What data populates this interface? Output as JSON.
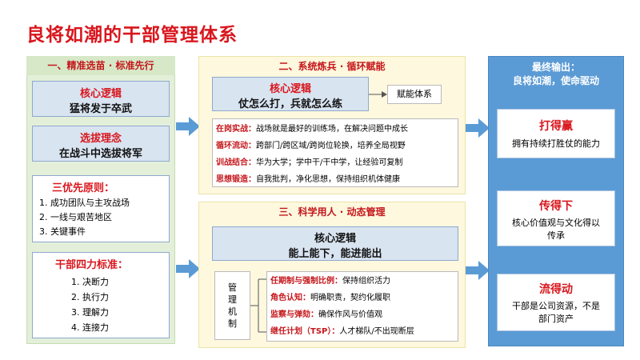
{
  "title": "良将如潮的干部管理体系",
  "section1": {
    "header": "一、精准选苗 · 标准先行",
    "core_logic_title": "核心逻辑",
    "core_logic_text": "猛将发于卒武",
    "selection_title": "选拔理念",
    "selection_text": "在战斗中选拔将军",
    "priority_title": "三优先原则：",
    "priority_items": [
      "1.  成功团队与主攻战场",
      "2.  一线与艰苦地区",
      "3.  关键事件"
    ],
    "standard_title": "干部四力标准：",
    "standard_items": [
      "1.  决断力",
      "2.  执行力",
      "3.  理解力",
      "4.  连接力"
    ]
  },
  "section2": {
    "header": "二、系统炼兵 · 循环赋能",
    "core_logic_title": "核心逻辑",
    "core_logic_text": "仗怎么打，兵就怎么练",
    "side_label": "赋能体系",
    "rows": [
      {
        "label": "在岗实战：",
        "text": "战场就是最好的训练场，在解决问题中成长"
      },
      {
        "label": "循环流动：",
        "text": "跨部门/跨区域/跨岗位轮换，培养全局视野"
      },
      {
        "label": "训战结合：",
        "text": "华为大学；学中干/干中学，让经验可复制"
      },
      {
        "label": "思想锻造：",
        "text": "自我批判，净化思想，保持组织机体健康"
      }
    ]
  },
  "section3": {
    "header": "三、科学用人 · 动态管理",
    "core_logic_title": "核心逻辑",
    "core_logic_text": "能上能下，能进能出",
    "mech_label": [
      "管",
      "理",
      "机",
      "制"
    ],
    "rows": [
      {
        "label": "任期制与强制比例：",
        "text": "保持组织活力"
      },
      {
        "label": "角色认知：",
        "text": "明确职责，契约化履职"
      },
      {
        "label": "监察与弹劾：",
        "text": "确保作风与价值观"
      },
      {
        "label": "继任计划（TSP）：",
        "text": "人才梯队/不出现断层"
      }
    ]
  },
  "output": {
    "header_line1": "最终输出：",
    "header_line2": "良将如潮，使命驱动",
    "items": [
      {
        "title": "打得赢",
        "text": "拥有持续打胜仗的能力"
      },
      {
        "title": "传得下",
        "text_line1": "核心价值观与文化得以",
        "text_line2": "传承"
      },
      {
        "title": "流得动",
        "text_line1": "干部是公司资源，不是",
        "text_line2": "部门资产"
      }
    ]
  },
  "colors": {
    "red": "#d9161d",
    "arrow": "#5b9bd5",
    "output_bg": "#5b9bd5"
  }
}
